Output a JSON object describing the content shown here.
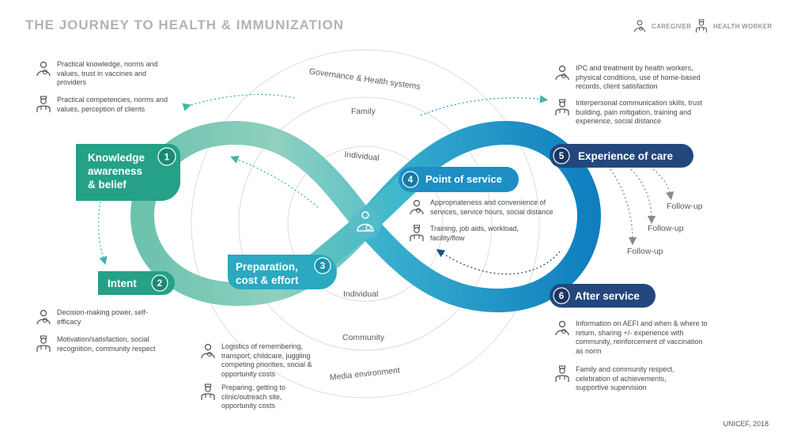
{
  "header": {
    "title": "THE JOURNEY TO HEALTH & IMMUNIZATION"
  },
  "legend": {
    "caregiver": "CAREGIVER",
    "health_worker": "HEALTH WORKER"
  },
  "rings": {
    "governance": "Governance & Health systems",
    "family": "Family",
    "individual_top": "Individual",
    "individual_bottom": "Individual",
    "community": "Community",
    "media": "Media environment"
  },
  "stages": [
    {
      "number": "1",
      "lines": [
        "Knowledge",
        "awareness",
        "& belief"
      ]
    },
    {
      "number": "2",
      "lines": [
        "Intent"
      ]
    },
    {
      "number": "3",
      "lines": [
        "Preparation,",
        "cost & effort"
      ]
    },
    {
      "number": "4",
      "lines": [
        "Point of service"
      ]
    },
    {
      "number": "5",
      "lines": [
        "Experience of care"
      ]
    },
    {
      "number": "6",
      "lines": [
        "After service"
      ]
    }
  ],
  "follow_up": [
    "Follow-up",
    "Follow-up",
    "Follow-up"
  ],
  "notes": {
    "knowledge_caregiver": "Practical knowledge, norms and values, trust in vaccines and providers",
    "knowledge_worker": "Practical competencies, norms and values, perception of clients",
    "intent_caregiver": "Decision-making power, self-efficacy",
    "intent_worker": "Motivation/satisfaction, social recognition, community respect",
    "prep_caregiver": "Logistics of remembering, transport, childcare, juggling competing priorities, social & opportunity costs",
    "prep_worker": "Preparing, getting to clinic/outreach site, opportunity costs",
    "pos_caregiver": "Appropriateness and convenience of services, service hours, social distance",
    "pos_worker": "Training, job aids, workload, facility/flow",
    "exp_caregiver": "IPC and treatment by health workers, physical conditions, use of home-based records, client satisfaction",
    "exp_worker": "Interpersonal communication skills, trust building, pain mitigation, training and experience, social distance",
    "after_caregiver": "Information on AEFI and when & where to return, sharing +/- experience with community, reinforcement of vaccination as norm",
    "after_worker": "Family and community respect, celebration of achievements, supportive supervision"
  },
  "footer": {
    "credit": "UNICEF, 2018"
  },
  "colors": {
    "green_light": "#8fcfbd",
    "green_dark": "#26a088",
    "teal": "#3fb6c8",
    "blue": "#1e8cc4",
    "navy": "#23477d",
    "ring": "#dedede"
  }
}
